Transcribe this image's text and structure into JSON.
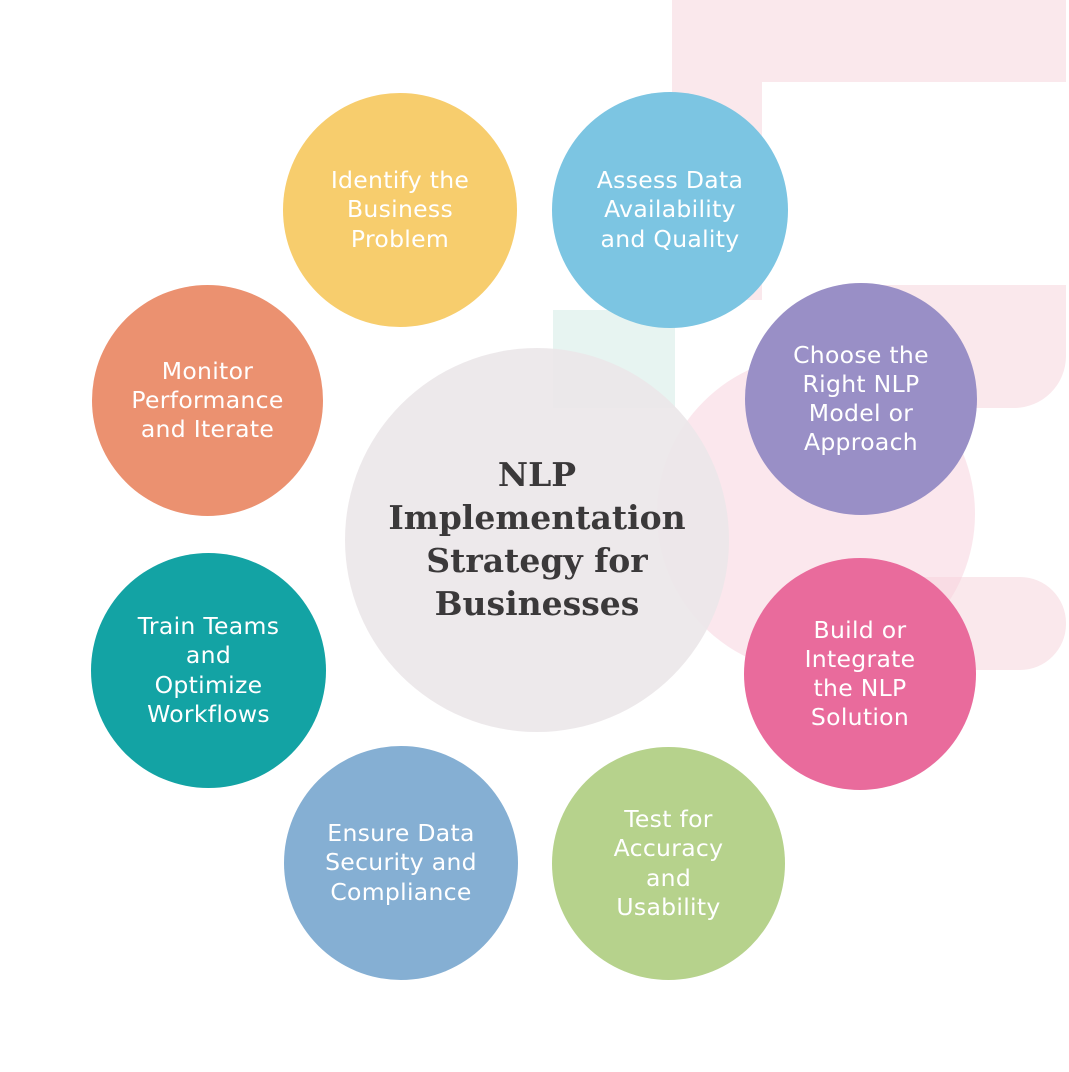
{
  "diagram": {
    "title": {
      "text": "NLP\nImplementation\nStrategy for\nBusinesses",
      "bg": "rgba(235,231,233,0.9)"
    },
    "steps": [
      {
        "name": "identify-the-business-problem",
        "label": "Identify the\nBusiness\nProblem",
        "color": "#F7CD6D"
      },
      {
        "name": "assess-data-availability-and-quality",
        "label": "Assess Data\nAvailability\nand Quality",
        "color": "#7CC5E2"
      },
      {
        "name": "choose-the-right-nlp-model-or-approach",
        "label": "Choose the\nRight NLP\nModel or\nApproach",
        "color": "#998FC6"
      },
      {
        "name": "build-or-integrate-the-nlp-solution",
        "label": "Build or\nIntegrate\nthe NLP\nSolution",
        "color": "#E96B9C"
      },
      {
        "name": "test-for-accuracy-and-usability",
        "label": "Test for\nAccuracy\nand\nUsability",
        "color": "#B6D28C"
      },
      {
        "name": "ensure-data-security-and-compliance",
        "label": "Ensure Data\nSecurity and\nCompliance",
        "color": "#85AFD3"
      },
      {
        "name": "train-teams-and-optimize-workflows",
        "label": "Train Teams\nand\nOptimize\nWorkflows",
        "color": "#13A3A4"
      },
      {
        "name": "monitor-performance-and-iterate",
        "label": "Monitor\nPerformance\nand Iterate",
        "color": "#EB9170"
      }
    ],
    "decor": {
      "pink": "#FAE8EC",
      "pink_blob": "rgba(247,208,220,0.5)",
      "teal_tint": "rgba(202,230,223,0.45)"
    }
  }
}
